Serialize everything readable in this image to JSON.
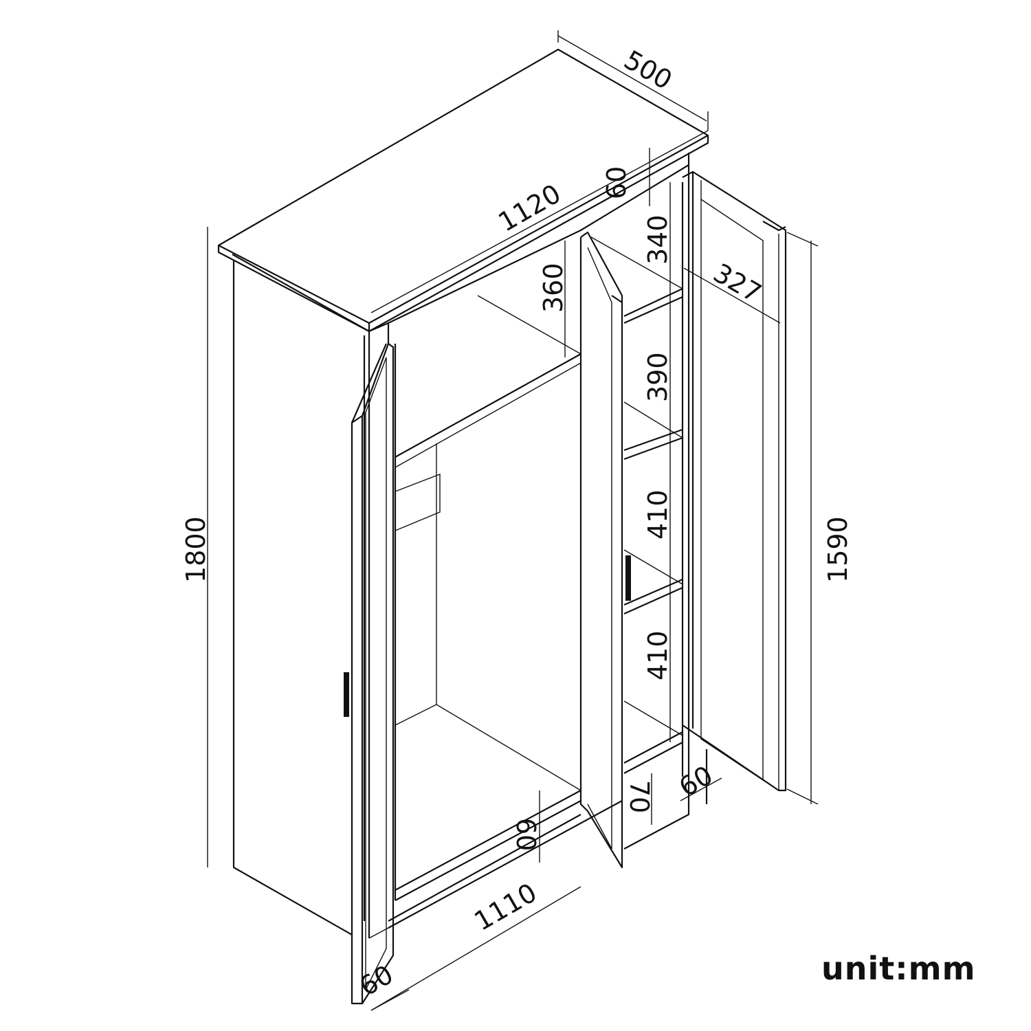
{
  "dimensions": {
    "depth": "500",
    "width_top": "1120",
    "top_rail": "60",
    "shelf_1": "340",
    "door_width": "327",
    "hanging_top": "360",
    "shelf_2": "390",
    "shelf_3": "410",
    "shelf_4": "410",
    "total_height": "1800",
    "door_height": "1590",
    "plinth_right": "70",
    "side_right": "60",
    "plinth_mid": "60",
    "width_inner": "1110",
    "side_left": "60"
  },
  "unit_label": "unit:mm",
  "colors": {
    "line": "#111111",
    "background": "#ffffff"
  }
}
